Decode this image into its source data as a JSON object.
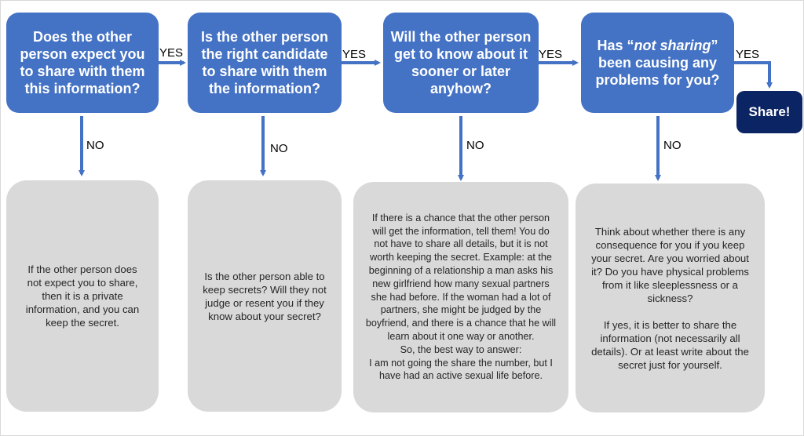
{
  "questions": {
    "q1": "Does the other person expect you to share with them this information?",
    "q2": "Is the other person the right candidate to share with them the information?",
    "q3": "Will the other person get to know about it sooner or later anyhow?",
    "q4_pre": "Has “",
    "q4_em": "not sharing",
    "q4_post": "” been causing any problems for you?"
  },
  "outcome": {
    "share": "Share!"
  },
  "labels": {
    "yes1": "YES",
    "yes2": "YES",
    "yes3": "YES",
    "yes4": "YES",
    "no1": "NO",
    "no2": "NO",
    "no3": "NO",
    "no4": "NO"
  },
  "notes": {
    "n1": "If the other person does not expect you to share, then it is a private information, and you can keep the secret.",
    "n2": "Is the other person able to keep secrets? Will they not judge or resent you if they know about your secret?",
    "n3": "If there is a chance that the other person will get the information, tell them! You do not have to share all details, but it is not worth keeping the secret. Example: at the beginning of a relationship a man asks his new girlfriend how many sexual partners she had before. If the woman had a lot of partners, she might be judged by the boyfriend, and there is a chance that he will learn about it one way or another.\nSo, the best way to answer:\nI am not going the share the number, but I have had an active sexual life before.",
    "n4": "Think about whether there is any consequence for you if you keep your secret. Are you worried about it? Do you have physical problems from it like sleeplessness or a sickness?\n\nIf yes, it is better to share the information (not necessarily all details). Or at least write about the secret just for yourself."
  },
  "colors": {
    "question_fill": "#4472c4",
    "share_fill": "#0b2463",
    "note_fill": "#d9d9d9",
    "arrow": "#4472c4"
  }
}
